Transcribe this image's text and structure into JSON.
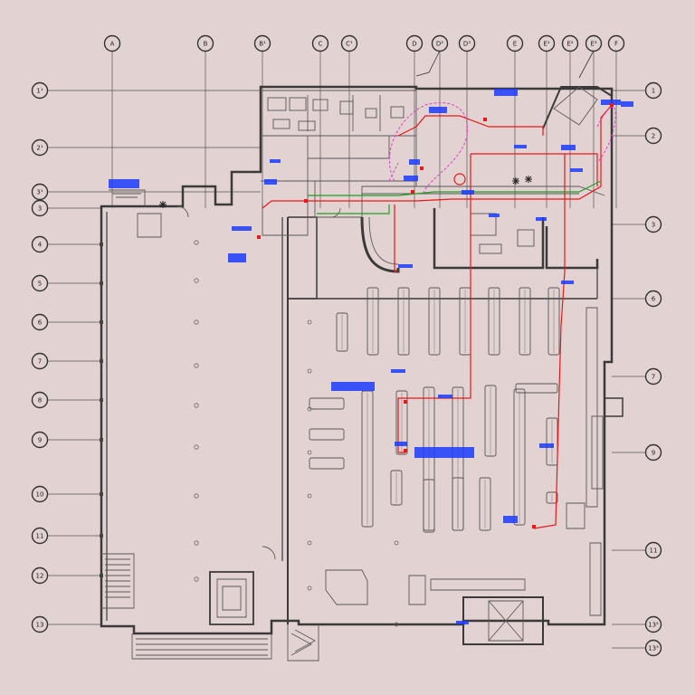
{
  "drawing": {
    "background": "#e3d2d2",
    "colors": {
      "walls": "#3a3a3a",
      "fire_line": "#e81818",
      "alt_line": "#e040c0",
      "green_line": "#20a020",
      "tags": "#1a3cff"
    }
  },
  "grid_top": [
    "A",
    "B",
    "B¹",
    "C",
    "C¹",
    "D",
    "D²",
    "D³",
    "E",
    "E¹",
    "E²",
    "E³",
    "F"
  ],
  "grid_left": [
    "1¹",
    "2¹",
    "3¹",
    "3",
    "4",
    "5",
    "6",
    "7",
    "8",
    "9",
    "10",
    "11",
    "12",
    "13"
  ],
  "grid_right": [
    "1",
    "2",
    "3",
    "6",
    "7",
    "9",
    "11",
    "13²",
    "13³"
  ]
}
